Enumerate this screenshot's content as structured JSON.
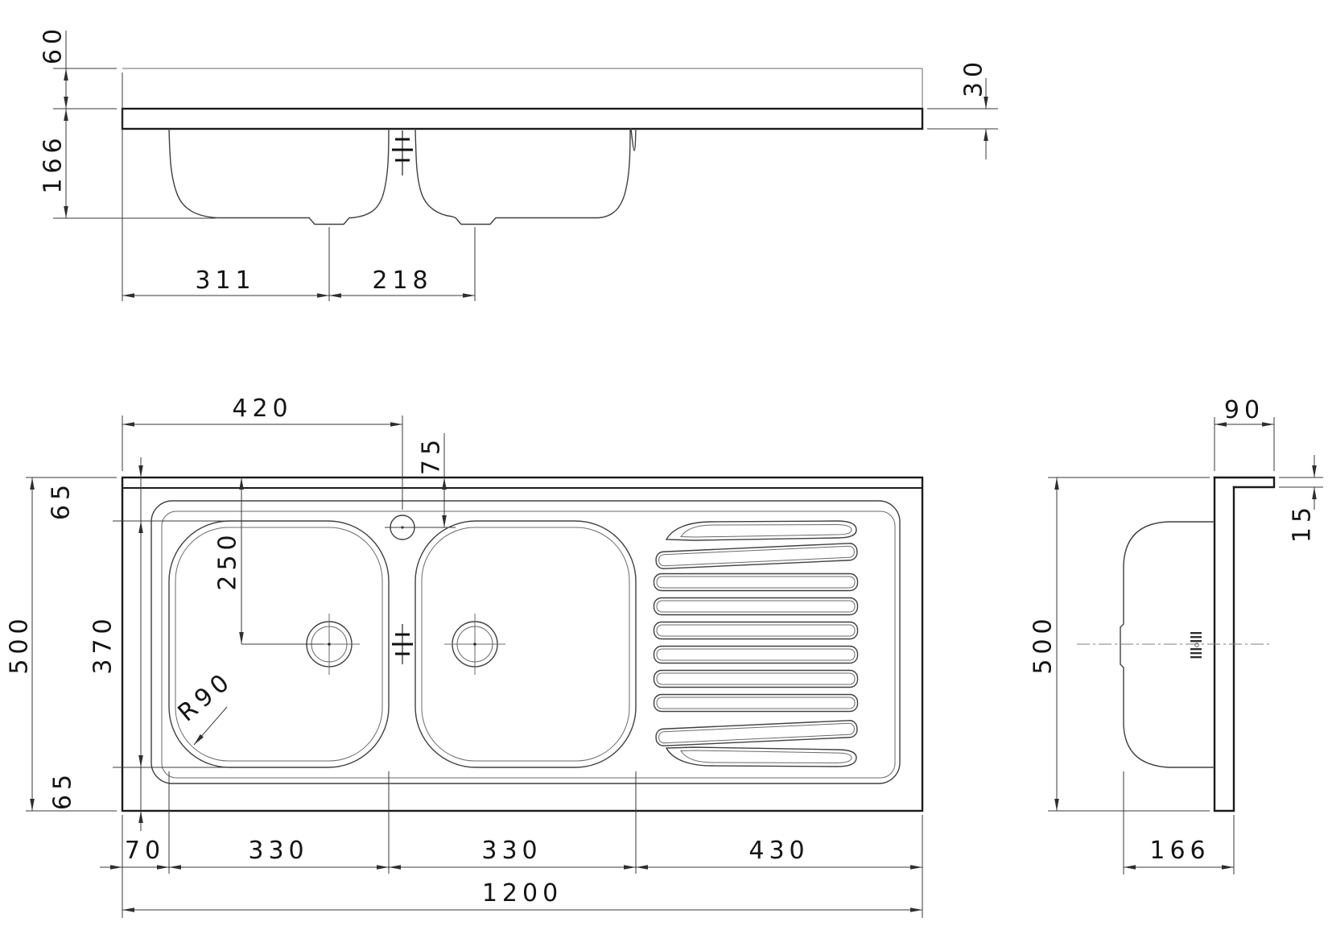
{
  "front": {
    "dim_backsplash_above_top": "60",
    "dim_bowl_depth": "166",
    "dim_drain1_offset": "311",
    "dim_drain_spacing": "218",
    "dim_rim_thickness": "30"
  },
  "plan": {
    "dim_faucet_x": "420",
    "dim_faucet_y": "75",
    "dim_margin_top": "65",
    "dim_overall_depth": "500",
    "dim_bowl_depth_plan": "370",
    "dim_drain_y": "250",
    "dim_corner_radius": "R90",
    "dim_margin_bottom": "65",
    "dim_margin_left": "70",
    "dim_bowl1_length": "330",
    "dim_bowl2_length": "330",
    "dim_drainer_length": "430",
    "dim_overall_length": "1200"
  },
  "side": {
    "dim_backsplash_height": "90",
    "dim_backsplash_thickness": "15",
    "dim_overall_depth": "500",
    "dim_bowl_depth": "166"
  }
}
